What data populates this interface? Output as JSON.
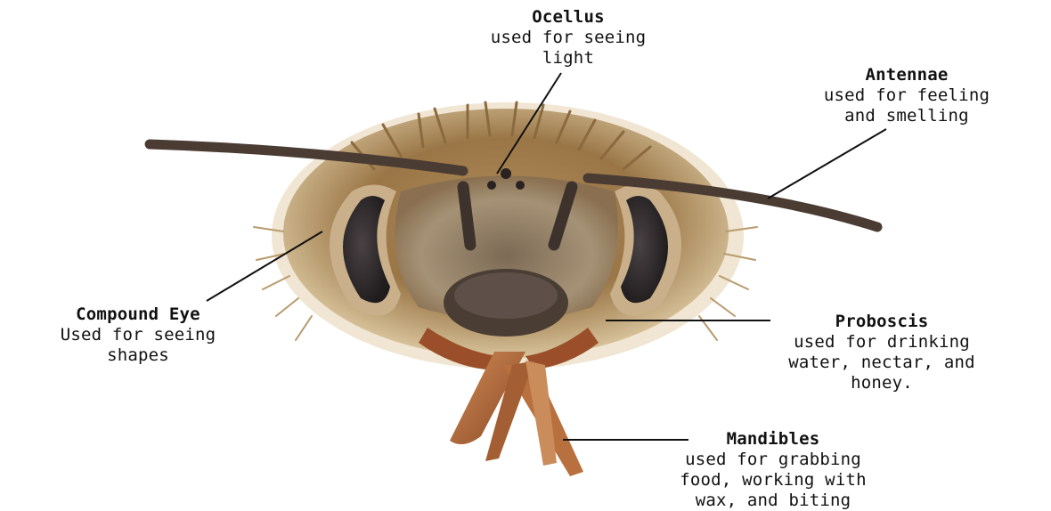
{
  "colors": {
    "background": "#ffffff",
    "text": "#111111",
    "leader_line": "#111111",
    "fur_light": "#d9c39a",
    "fur_mid": "#a07c4a",
    "fur_dark": "#5a3d20",
    "eye": "#2e2a2b",
    "antenna": "#4a3b33",
    "mandible": "#b5653a",
    "proboscis": "#c98c5a"
  },
  "image": {
    "subject": "honey bee head, frontal view",
    "icon": "bee-head-illustration"
  },
  "labels": {
    "ocellus": {
      "title": "Ocellus",
      "desc": "used for seeing\nlight"
    },
    "antennae": {
      "title": "Antennae",
      "desc": "used for feeling\nand smelling"
    },
    "compound_eye": {
      "title": "Compound Eye",
      "desc": "Used for seeing\nshapes"
    },
    "proboscis": {
      "title": "Proboscis",
      "desc": "used for drinking\nwater, nectar, and\nhoney."
    },
    "mandibles": {
      "title": "Mandibles",
      "desc": "used for grabbing\nfood, working with\nwax, and biting"
    }
  }
}
